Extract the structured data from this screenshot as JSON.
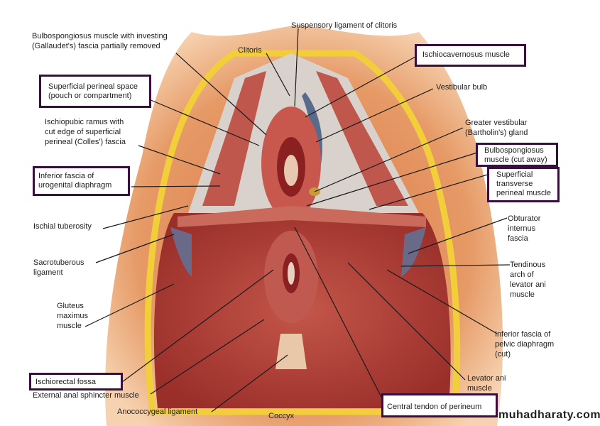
{
  "labels": {
    "suspensory": "Suspensory ligament of clitoris",
    "bulbo_investing_1": "Bulbospongiosus muscle with investing",
    "bulbo_investing_2": "(Gallaudet's) fascia partially removed",
    "clitoris": "Clitoris",
    "ischiocavernosus": "Ischiocavernosus muscle",
    "superficial_space_1": "Superficial perineal space",
    "superficial_space_2": "(pouch or compartment)",
    "vestibular_bulb": "Vestibular bulb",
    "ischiopubic_1": "Ischiopubic ramus with",
    "ischiopubic_2": "cut edge of superficial",
    "ischiopubic_3": "perineal (Colles') fascia",
    "greater_vestibular_1": "Greater vestibular",
    "greater_vestibular_2": "(Bartholin's) gland",
    "bulbo_cut_1": "Bulbospongiosus",
    "bulbo_cut_2": "muscle (cut away)",
    "inferior_uro_1": "Inferior fascia of",
    "inferior_uro_2": "urogenital diaphragm",
    "transverse_1": "Superficial",
    "transverse_2": "transverse",
    "transverse_3": "perineal muscle",
    "ischial_tuberosity": "Ischial tuberosity",
    "obturator_1": "Obturator",
    "obturator_2": "internus",
    "obturator_3": "fascia",
    "sacrotuberous_1": "Sacrotuberous",
    "sacrotuberous_2": "ligament",
    "tendinous_1": "Tendinous",
    "tendinous_2": "arch of",
    "tendinous_3": "levator ani",
    "tendinous_4": "muscle",
    "gluteus_1": "Gluteus",
    "gluteus_2": "maximus",
    "gluteus_3": "muscle",
    "inferior_pelvic_1": "Inferior fascia of",
    "inferior_pelvic_2": "pelvic diaphragm",
    "inferior_pelvic_3": "(cut)",
    "ischiorectal": "Ischiorectal fossa",
    "external_anal": "External anal sphincter muscle",
    "levator_1": "Levator ani",
    "levator_2": "muscle",
    "anococcygeal": "Anococcygeal ligament",
    "coccyx": "Coccyx",
    "central_tendon": "Central tendon of perineum"
  },
  "watermark": "muhadharaty.com",
  "colors": {
    "box_border": "#3a0f3f",
    "skin": "#e9a06a",
    "muscle": "#b8423a",
    "fat": "#f2cf3a"
  }
}
